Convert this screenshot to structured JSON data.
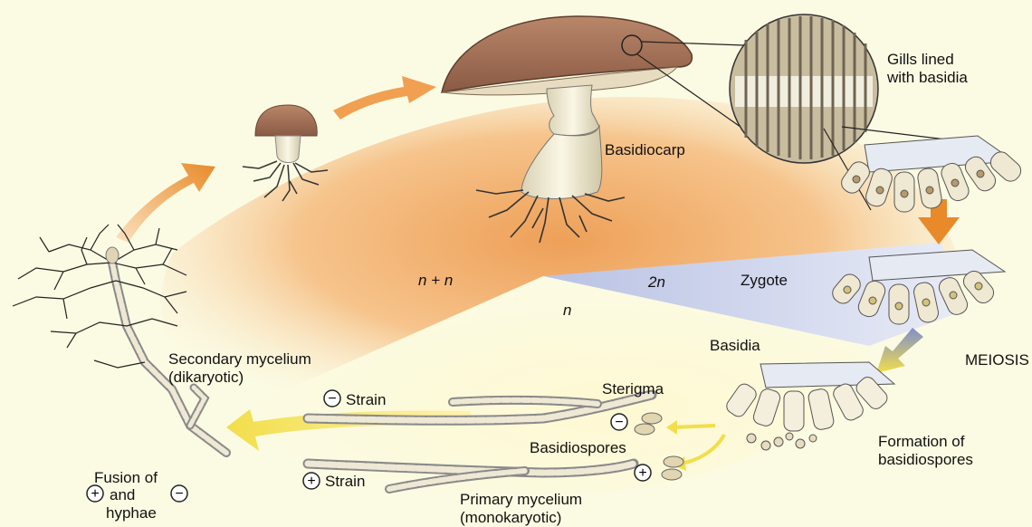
{
  "labels": {
    "gills": "Gills lined\nwith basidia",
    "basidiocarp": "Basidiocarp",
    "n_plus_n": "n + n",
    "two_n": "2n",
    "n": "n",
    "zygote": "Zygote",
    "basidia": "Basidia",
    "meiosis": "MEIOSIS",
    "secondary_mycelium": "Secondary mycelium\n(dikaryotic)",
    "minus_strain": "Strain",
    "plus_strain": "Strain",
    "sterigma": "Sterigma",
    "basidiospores": "Basidiospores",
    "formation": "Formation of\nbasidiospores",
    "fusion_line1": "Fusion of",
    "fusion_and": "and",
    "fusion_line3": "hyphae",
    "primary_mycelium": "Primary mycelium\n(monokaryotic)"
  },
  "symbols": {
    "plus": "+",
    "minus": "−"
  },
  "colors": {
    "background": "#fbfbe3",
    "dikaryotic_orange": "#f0a050",
    "diploid_blue": "#c8d0e8",
    "haploid_yellow": "#fff6c8",
    "arrow_orange": "#e88a2a",
    "arrow_yellow": "#f2de4a",
    "cap_brown": "#a8735a"
  }
}
